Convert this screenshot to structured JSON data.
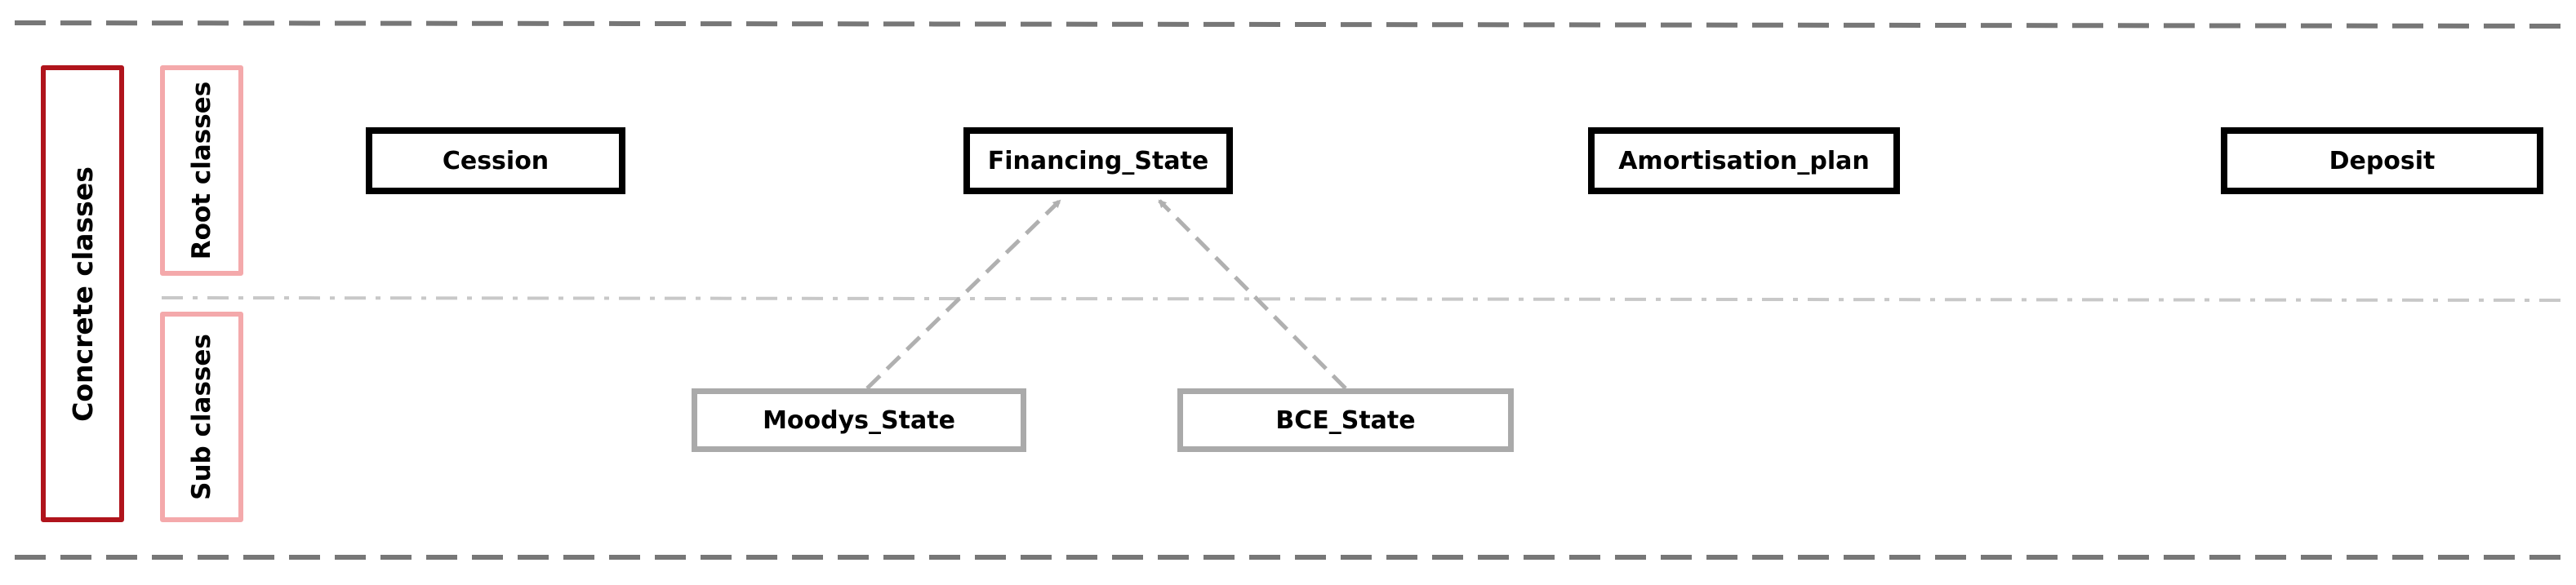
{
  "labels": {
    "concrete": "Concrete classes",
    "root": "Root classes",
    "sub": "Sub classes"
  },
  "root_classes": [
    "Cession",
    "Financing_State",
    "Amortisation_plan",
    "Deposit"
  ],
  "sub_classes": [
    "Moodys_State",
    "BCE_State"
  ],
  "relations": [
    {
      "from": "Moodys_State",
      "to": "Financing_State",
      "style": "dashed"
    },
    {
      "from": "BCE_State",
      "to": "Financing_State",
      "style": "dashed"
    }
  ],
  "colors": {
    "concrete_border": "#b0141c",
    "category_border": "#f4a9ab",
    "root_border": "#000000",
    "sub_border": "#aaaaaa",
    "separator": "#777777",
    "mid_separator": "#c8c8c8",
    "arrow": "#b0b0b0"
  }
}
